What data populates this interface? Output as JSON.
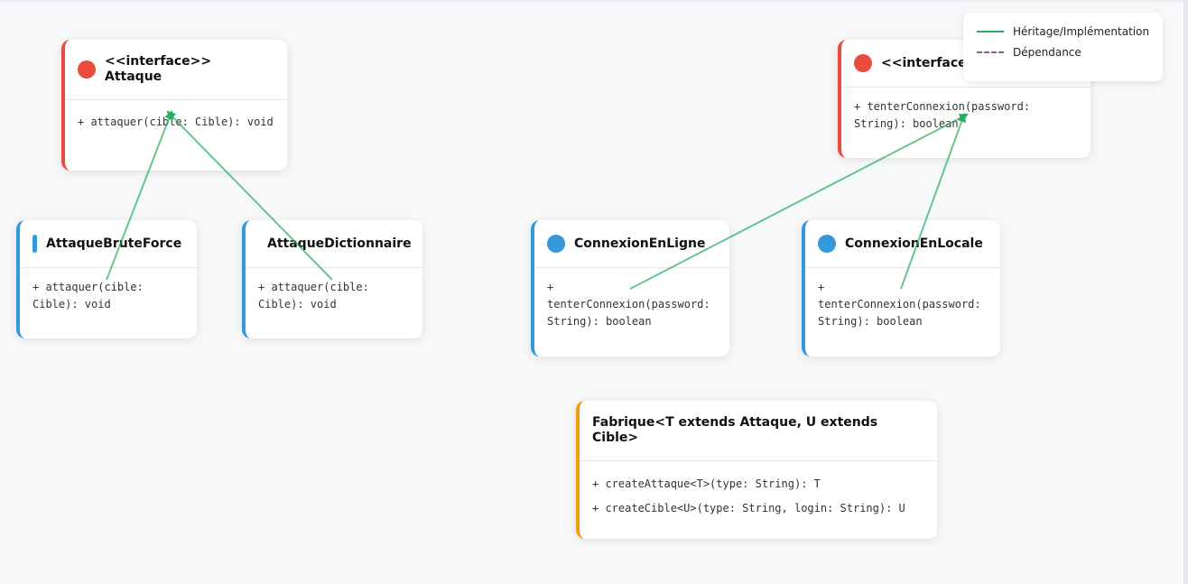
{
  "colors": {
    "interface_accent": "#e74c3c",
    "class_accent": "#3498db",
    "factory_accent": "#f39c12",
    "inheritance_line": "#27ae60",
    "dependency_line": "#8e5c8e"
  },
  "legend": {
    "inheritance_label": "Héritage/Implémentation",
    "dependency_label": "Dépendance"
  },
  "boxes": {
    "attaque": {
      "name_line1": "<<interface>>",
      "name_line2": "Attaque",
      "method1": "+ attaquer(cible: Cible): void"
    },
    "cible": {
      "name": "<<interface>> Cible",
      "method1": "+ tenterConnexion(password: String): boolean"
    },
    "attaque_brute_force": {
      "name": "AttaqueBruteForce",
      "method1": "+ attaquer(cible: Cible): void"
    },
    "attaque_dictionnaire": {
      "name": "AttaqueDictionnaire",
      "method1": "+ attaquer(cible: Cible): void"
    },
    "connexion_en_ligne": {
      "name": "ConnexionEnLigne",
      "method1": "+ tenterConnexion(password: String): boolean"
    },
    "connexion_en_locale": {
      "name": "ConnexionEnLocale",
      "method1": "+ tenterConnexion(password: String): boolean"
    },
    "fabrique": {
      "name": "Fabrique<T extends Attaque, U extends Cible>",
      "method1": "+ createAttaque<T>(type: String): T",
      "method2": "+ createCible<U>(type: String, login: String): U"
    }
  },
  "relations": [
    {
      "from": "AttaqueBruteForce",
      "to": "Attaque",
      "type": "inheritance"
    },
    {
      "from": "AttaqueDictionnaire",
      "to": "Attaque",
      "type": "inheritance"
    },
    {
      "from": "ConnexionEnLigne",
      "to": "Cible",
      "type": "inheritance"
    },
    {
      "from": "ConnexionEnLocale",
      "to": "Cible",
      "type": "inheritance"
    }
  ]
}
